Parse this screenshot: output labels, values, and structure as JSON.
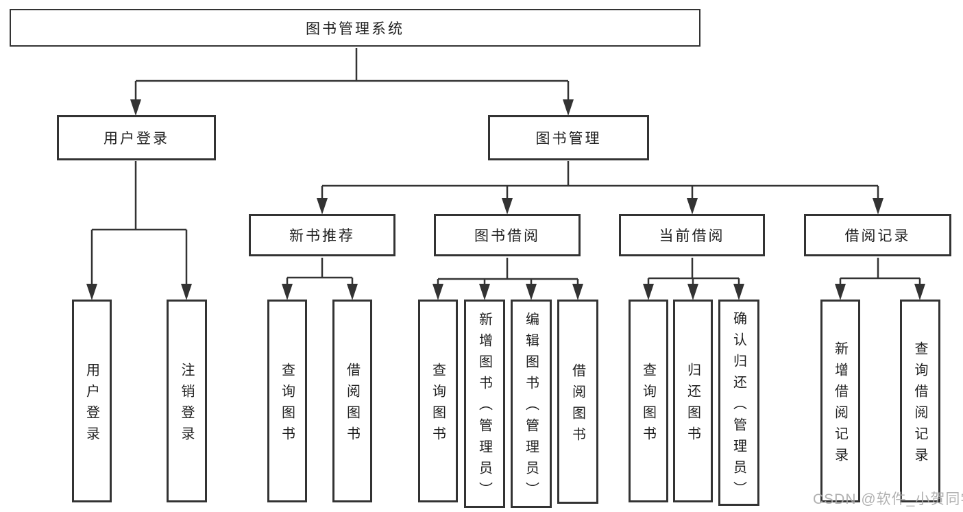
{
  "diagram": {
    "root": {
      "label": "图书管理系统"
    },
    "level2": [
      {
        "label": "用户登录",
        "leaves": [
          {
            "label": "用户登录"
          },
          {
            "label": "注销登录"
          }
        ]
      },
      {
        "label": "图书管理",
        "sections": [
          {
            "label": "新书推荐",
            "leaves": [
              {
                "label": "查询图书"
              },
              {
                "label": "借阅图书"
              }
            ]
          },
          {
            "label": "图书借阅",
            "leaves": [
              {
                "label": "查询图书"
              },
              {
                "label": "新增图书（管理员）"
              },
              {
                "label": "编辑图书（管理员）"
              },
              {
                "label": "借阅图书"
              }
            ]
          },
          {
            "label": "当前借阅",
            "leaves": [
              {
                "label": "查询图书"
              },
              {
                "label": "归还图书"
              },
              {
                "label": "确认归还（管理员）"
              }
            ]
          },
          {
            "label": "借阅记录",
            "leaves": [
              {
                "label": "新增借阅记录"
              },
              {
                "label": "查询借阅记录"
              }
            ]
          }
        ]
      }
    ]
  },
  "watermark": {
    "text": "CSDN @软件_小贺同学"
  },
  "colors": {
    "line": "#333333",
    "text": "#1f1f1f",
    "background": "#ffffff",
    "watermark": "#ababab"
  }
}
